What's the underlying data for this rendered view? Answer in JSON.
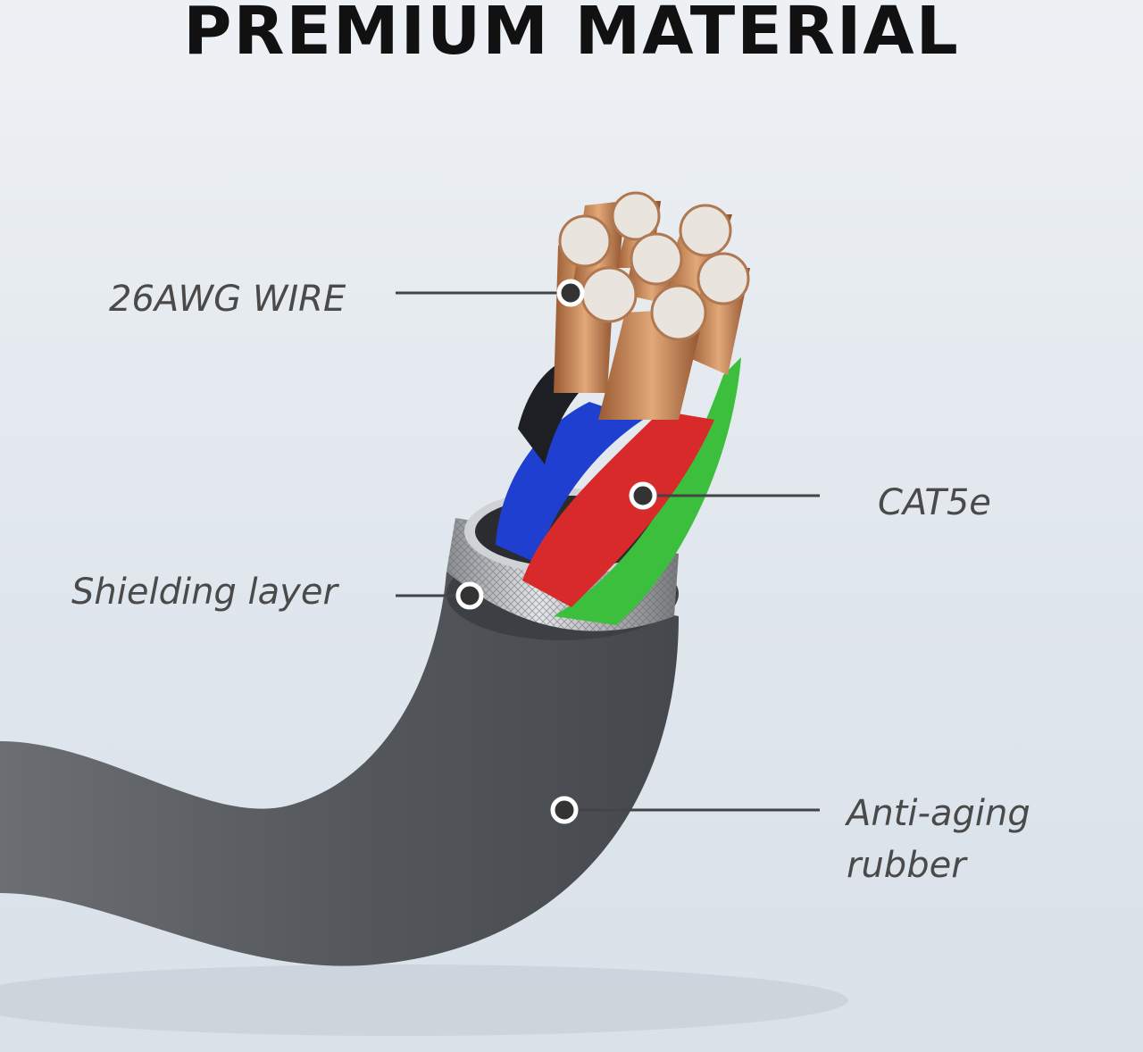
{
  "title": "PREMIUM MATERIAL",
  "labels": {
    "wire": "26AWG WIRE",
    "cat": "CAT5e",
    "shield": "Shielding layer",
    "rubber_line1": "Anti-aging",
    "rubber_line2": "rubber"
  },
  "colors": {
    "jacket": "#5b5e63",
    "copper": "#c98a5a",
    "blue": "#1f3fd0",
    "red": "#d82a2a",
    "green": "#3cbf3c",
    "shield": "#b9bcc0"
  }
}
